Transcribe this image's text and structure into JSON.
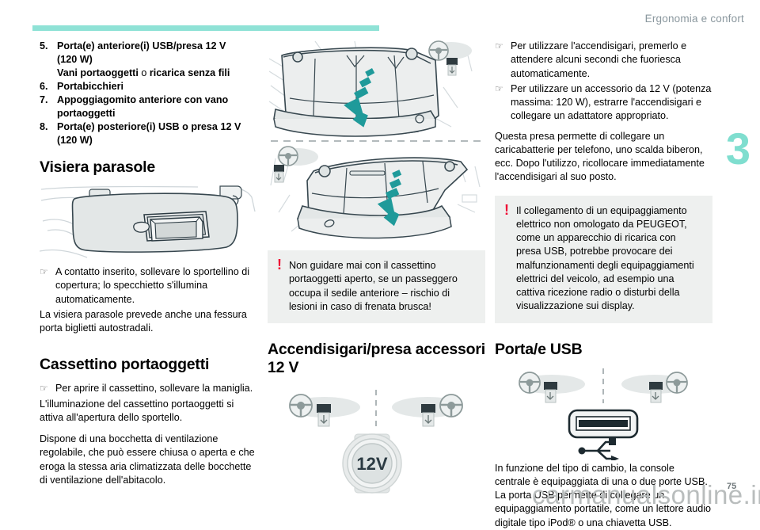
{
  "header": {
    "title": "Ergonomia e confort",
    "chapter_number": "3",
    "rule_color": "#8fe2d6",
    "title_color": "#8a979e"
  },
  "left_column": {
    "numbered_list": [
      {
        "n": "5.",
        "lines": [
          "Porta(e) anteriore(i) USB/presa 12 V",
          "(120 W)"
        ],
        "extra_line": {
          "pre": "Vani portaoggetti ",
          "mid": "o",
          "post": " ricarica senza fili"
        }
      },
      {
        "n": "6.",
        "lines": [
          "Portabicchieri"
        ]
      },
      {
        "n": "7.",
        "lines": [
          "Appoggiagomito anteriore con vano",
          "portaoggetti"
        ]
      },
      {
        "n": "8.",
        "lines": [
          "Porta(e) posteriore(i) USB o presa 12 V",
          "(120 W)"
        ]
      }
    ],
    "heading_visor": "Visiera parasole",
    "visor_bullet": "A contatto inserito, sollevare lo sportellino di copertura; lo specchietto s'illumina automaticamente.",
    "visor_paragraph": "La visiera parasole prevede anche una fessura porta biglietti autostradali.",
    "heading_glovebox": "Cassettino portaoggetti",
    "glovebox_bullet": "Per aprire il cassettino, sollevare la maniglia.",
    "glovebox_p1": "L'illuminazione del cassettino portaoggetti si attiva all'apertura dello sportello.",
    "glovebox_p2": "Dispone di una bocchetta di ventilazione regolabile, che può essere chiusa o aperta e che eroga la stessa aria climatizzata delle bocchette di ventilazione dell'abitacolo."
  },
  "middle_column": {
    "warning": "Non guidare mai con il cassettino portaoggetti aperto, se un passeggero occupa il sedile anteriore – rischio di lesioni in caso di frenata brusca!",
    "warning_icon": "exclamation-icon",
    "heading_lighter": "Accendisigari/presa accessori 12 V",
    "socket_label": "12V"
  },
  "right_column": {
    "bullets": [
      "Per utilizzare l'accendisigari, premerlo e attendere alcuni secondi che fuoriesca automaticamente.",
      "Per utilizzare un accessorio da 12 V (potenza massima: 120 W), estrarre l'accendisigari e collegare un adattatore appropriato."
    ],
    "paragraph": "Questa presa permette di collegare un caricabatterie per telefono, uno scalda biberon, ecc. Dopo l'utilizzo, ricollocare immediatamente l'accendisigari al suo posto.",
    "warning": "Il collegamento di un equipaggiamento elettrico non omologato da PEUGEOT, come un apparecchio di ricarica con presa USB, potrebbe provocare dei malfunzionamenti degli equipaggiamenti elettrici del veicolo, ad esempio una cattiva ricezione radio o disturbi della visualizzazione sui display.",
    "heading_usb": "Porta/e USB",
    "usb_paragraph_1": "In funzione del tipo di cambio, la console centrale è equipaggiata di una o due porte USB.",
    "usb_paragraph_2": "La porta USB permette di collegare un equipaggiamento portatile, come un lettore audio digitale tipo iPod® o una chiavetta USB."
  },
  "footer": {
    "watermark": "carmanualsonline.info",
    "page_number": "75"
  },
  "figures": {
    "visor": "sun-visor-with-vanity-mirror-illustration",
    "glovebox_top": "glovebox-open-upper-illustration",
    "glovebox_bottom": "glovebox-open-lower-illustration",
    "socket_12v": "12v-accessory-socket-illustration",
    "usb_port": "usb-port-illustration",
    "arrow_color": "#1f9a9a",
    "line_color": "#2b3a42"
  }
}
